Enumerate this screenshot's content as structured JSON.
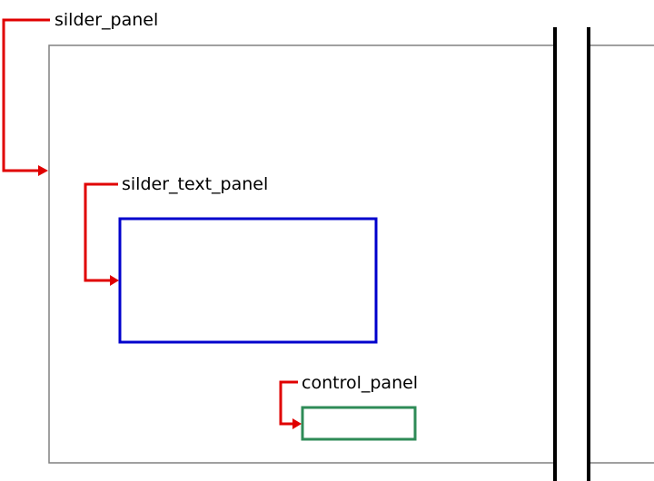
{
  "labels": {
    "slider_panel": "silder_panel",
    "slider_text_panel": "silder_text_panel",
    "control_panel": "control_panel"
  },
  "colors": {
    "arrow": "#e00000",
    "slider_panel_border": "#808080",
    "slider_text_panel_border": "#0000cc",
    "control_panel_border": "#2e8b57",
    "break_lines": "#000000"
  }
}
